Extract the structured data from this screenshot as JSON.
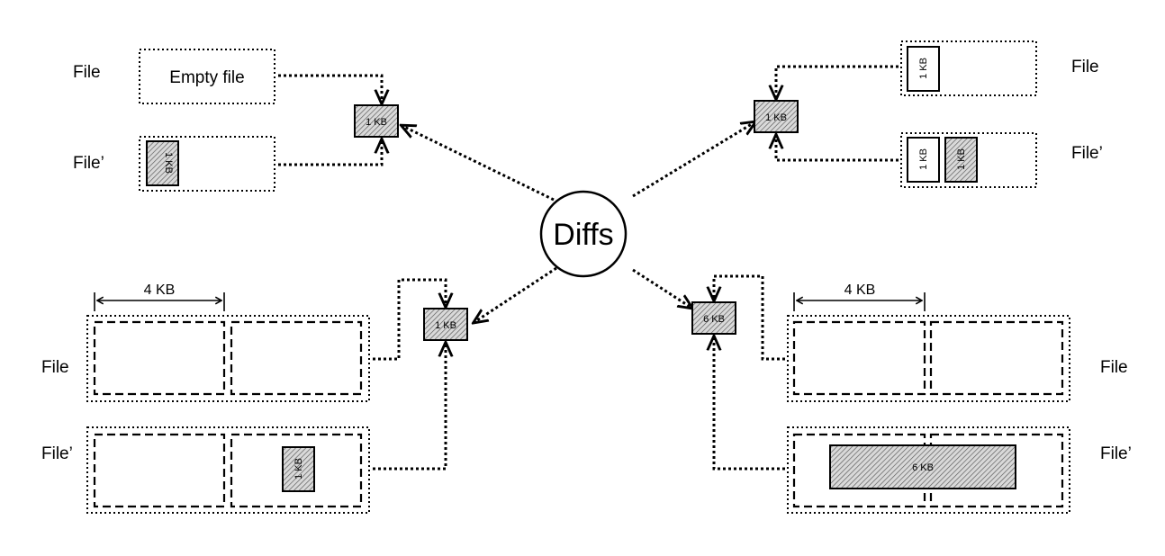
{
  "center": {
    "label": "Diffs"
  },
  "quadrants": {
    "top_left": {
      "file_label": "File",
      "file2_label": "File’",
      "empty_text": "Empty file",
      "block_label": "1 KB",
      "diff_label": "1 KB"
    },
    "top_right": {
      "file_label": "File",
      "file2_label": "File’",
      "block_file_label": "1 KB",
      "block_file2_a_label": "1 KB",
      "block_file2_b_label": "1 KB",
      "diff_label": "1 KB"
    },
    "bottom_left": {
      "size_label": "4 KB",
      "file_label": "File",
      "file2_label": "File’",
      "block_label": "1 KB",
      "diff_label": "1 KB"
    },
    "bottom_right": {
      "size_label": "4 KB",
      "file_label": "File",
      "file2_label": "File’",
      "block_label": "6 KB",
      "diff_label": "6 KB"
    }
  }
}
